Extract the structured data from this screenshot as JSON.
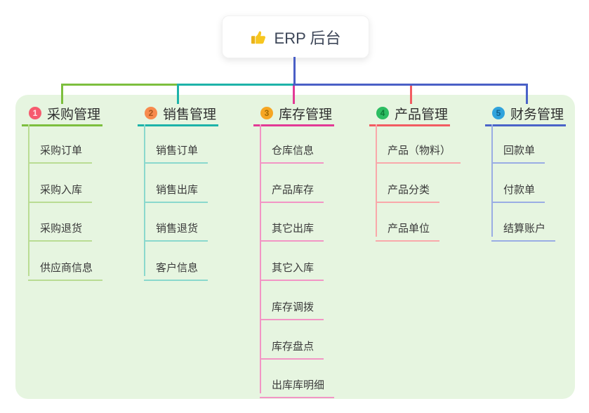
{
  "root": {
    "title": "ERP 后台",
    "icon": "thumbs-up",
    "icon_color": "#f7c61f",
    "icon_cuff_color": "#eab318",
    "line_color": "#4a5fc6"
  },
  "canvas": {
    "background_color": "#ffffff",
    "panel_color": "#e6f5e0"
  },
  "branches": [
    {
      "index": "1",
      "label": "采购管理",
      "color": "#7dbf3e",
      "light_color": "#b9dc93",
      "badge_bg": "#f65b6e",
      "badge_text_color": "#ffe3e6",
      "items": [
        "采购订单",
        "采购入库",
        "采购退货",
        "供应商信息"
      ]
    },
    {
      "index": "2",
      "label": "销售管理",
      "color": "#1db3a9",
      "light_color": "#8ad8cd",
      "badge_bg": "#f78a4d",
      "badge_text_color": "#a8551d",
      "items": [
        "销售订单",
        "销售出库",
        "销售退货",
        "客户信息"
      ]
    },
    {
      "index": "3",
      "label": "库存管理",
      "color": "#e23a96",
      "light_color": "#f295c5",
      "badge_bg": "#f6a623",
      "badge_text_color": "#a36b00",
      "items": [
        "仓库信息",
        "产品库存",
        "其它出库",
        "其它入库",
        "库存调拨",
        "库存盘点",
        "出库库明细"
      ]
    },
    {
      "index": "4",
      "label": "产品管理",
      "color": "#f25c62",
      "light_color": "#f9a8aa",
      "badge_bg": "#2dbd62",
      "badge_text_color": "#0e7a36",
      "items": [
        "产品（物料）",
        "产品分类",
        "产品单位"
      ]
    },
    {
      "index": "5",
      "label": "财务管理",
      "color": "#4a63c8",
      "light_color": "#9aade4",
      "badge_bg": "#30a3dc",
      "badge_text_color": "#11618f",
      "items": [
        "回款单",
        "付款单",
        "结算账户"
      ]
    }
  ]
}
